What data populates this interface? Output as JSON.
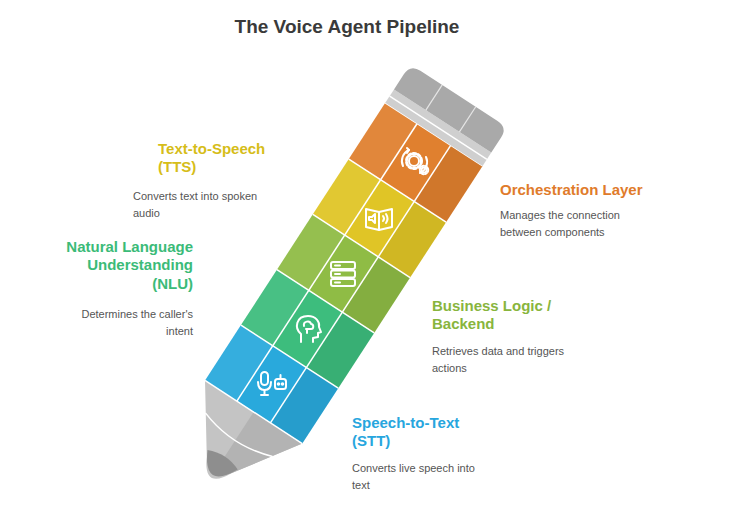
{
  "diagram": {
    "title": "The Voice Agent Pipeline",
    "labels": [
      "Text-to-Speech (TTS)",
      "Converts text into spoken audio",
      "Orchestration Layer",
      "Manages the connection between components",
      "Natural Language Understanding (NLU)",
      "Determines the caller's intent",
      "Business Logic / Backend",
      "Retrieves data and triggers actions",
      "Speech-to-Text (STT)",
      "Converts live speech into text"
    ]
  }
}
